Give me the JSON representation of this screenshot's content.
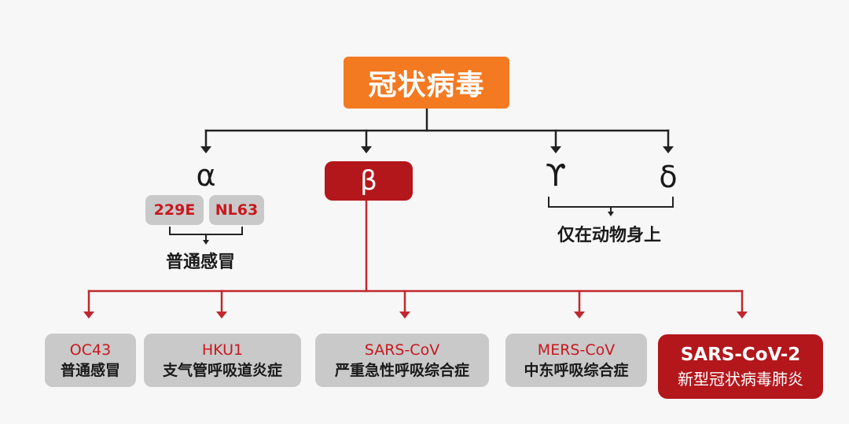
{
  "root": {
    "label": "冠状病毒"
  },
  "genera": {
    "alpha": {
      "symbol": "α",
      "strains": [
        "229E",
        "NL63"
      ],
      "effect": "普通感冒"
    },
    "beta": {
      "symbol": "β"
    },
    "gamma": {
      "symbol": "ϒ"
    },
    "delta": {
      "symbol": "δ"
    },
    "gamma_delta_note": "仅在动物身上"
  },
  "beta_species": [
    {
      "code": "OC43",
      "disease": "普通感冒"
    },
    {
      "code": "HKU1",
      "disease": "支气管呼吸道炎症"
    },
    {
      "code": "SARS-CoV",
      "disease": "严重急性呼吸综合症"
    },
    {
      "code": "MERS-CoV",
      "disease": "中东呼吸综合症"
    },
    {
      "code": "SARS-CoV-2",
      "disease": "新型冠状病毒肺炎",
      "highlighted": true
    }
  ],
  "colors": {
    "root": "#f47a22",
    "beta": "#b3171c",
    "highlight": "#b3171c",
    "strain_text": "#c8181e",
    "pill_bg": "#c9c9c9",
    "dark_connector": "#222222",
    "red_connector": "#c0282d"
  }
}
